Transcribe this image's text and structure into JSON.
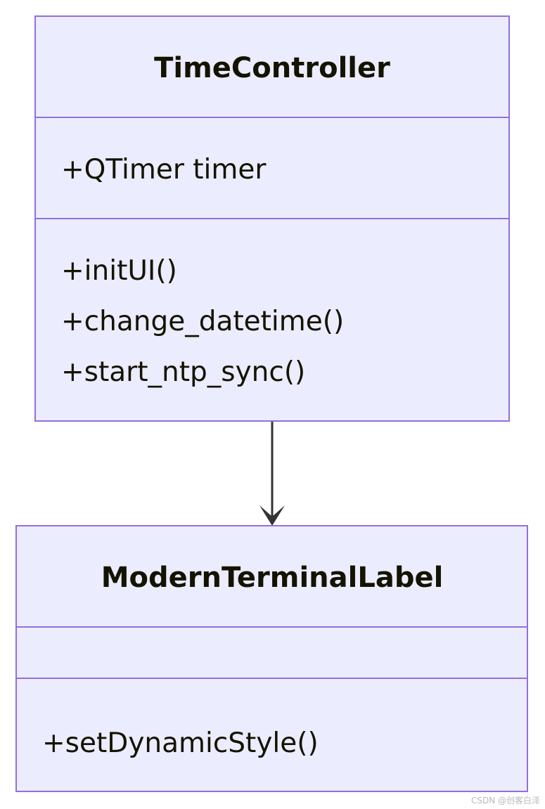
{
  "classes": [
    {
      "name": "TimeController",
      "attributes": [
        "+QTimer timer"
      ],
      "methods": [
        "+initUI()",
        "+change_datetime()",
        "+start_ntp_sync()"
      ]
    },
    {
      "name": "ModernTerminalLabel",
      "attributes": [],
      "methods": [
        "+setDynamicStyle()"
      ]
    }
  ],
  "relations": [
    {
      "from": "TimeController",
      "to": "ModernTerminalLabel",
      "type": "association-arrow"
    }
  ],
  "colors": {
    "fill": "#ECECFF",
    "stroke": "#9370DB",
    "text": "#131300",
    "edge": "#333333"
  },
  "watermark": "CSDN @创客白泽"
}
